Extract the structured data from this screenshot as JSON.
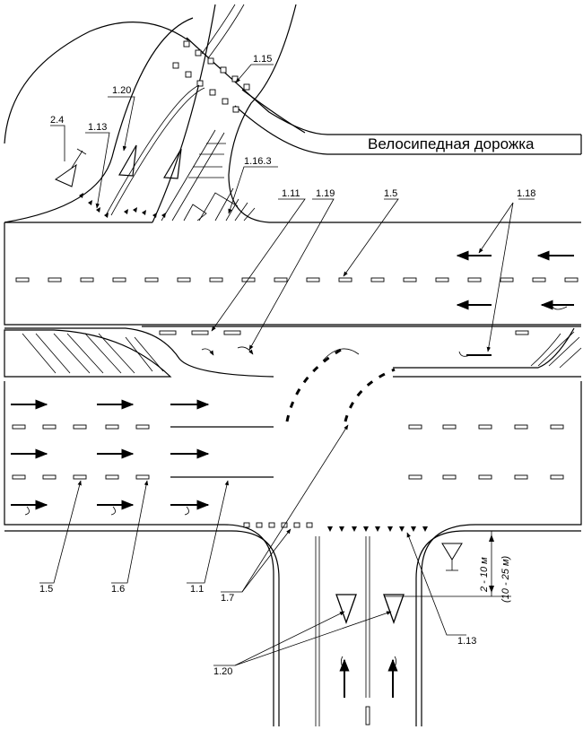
{
  "bike_path_label": "Велосипедная дорожка",
  "callouts": [
    {
      "key": "c115",
      "text": "1.15"
    },
    {
      "key": "c120a",
      "text": "1.20"
    },
    {
      "key": "c24",
      "text": "2.4"
    },
    {
      "key": "c113a",
      "text": "1.13"
    },
    {
      "key": "c1163",
      "text": "1.16.3"
    },
    {
      "key": "c111",
      "text": "1.11"
    },
    {
      "key": "c119",
      "text": "1.19"
    },
    {
      "key": "c15a",
      "text": "1.5"
    },
    {
      "key": "c118",
      "text": "1.18"
    },
    {
      "key": "c15b",
      "text": "1.5"
    },
    {
      "key": "c16",
      "text": "1.6"
    },
    {
      "key": "c11",
      "text": "1.1"
    },
    {
      "key": "c17",
      "text": "1.7"
    },
    {
      "key": "c113b",
      "text": "1.13"
    },
    {
      "key": "c120b",
      "text": "1.20"
    }
  ],
  "dimension_primary": "2 - 10 м",
  "dimension_secondary": "(10 - 25 м)"
}
